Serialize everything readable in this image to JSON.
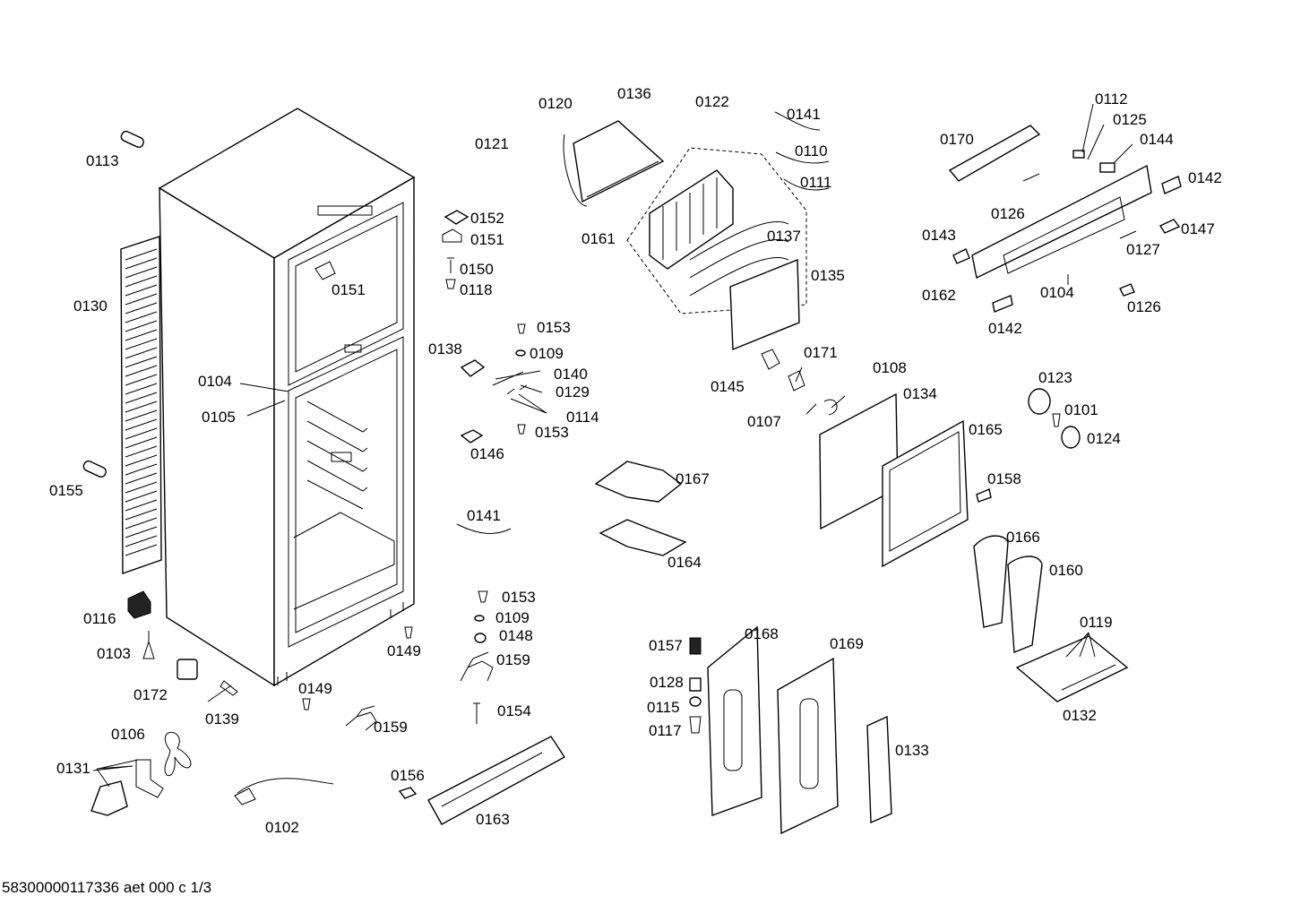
{
  "footer_text": "58300000117336 aet 000 c 1/3",
  "labels": [
    "0113",
    "0130",
    "0155",
    "0116",
    "0103",
    "0172",
    "0139",
    "0106",
    "0131",
    "0102",
    "0104",
    "0105",
    "0151",
    "0149",
    "0149",
    "0159",
    "0152",
    "0151",
    "0150",
    "0118",
    "0153",
    "0109",
    "0140",
    "0129",
    "0114",
    "0153",
    "0138",
    "0146",
    "0141",
    "0153",
    "0109",
    "0148",
    "0159",
    "0154",
    "0156",
    "0163",
    "0120",
    "0136",
    "0121",
    "0122",
    "0141",
    "0110",
    "0111",
    "0161",
    "0137",
    "0135",
    "0167",
    "0164",
    "0145",
    "0171",
    "0107",
    "0108",
    "0134",
    "0165",
    "0158",
    "0157",
    "0168",
    "0169",
    "0128",
    "0115",
    "0117",
    "0133",
    "0170",
    "0112",
    "0125",
    "0144",
    "0142",
    "0126",
    "0143",
    "0162",
    "0142",
    "0104",
    "0127",
    "0147",
    "0126",
    "0123",
    "0101",
    "0124",
    "0166",
    "0160",
    "0119",
    "0132"
  ]
}
